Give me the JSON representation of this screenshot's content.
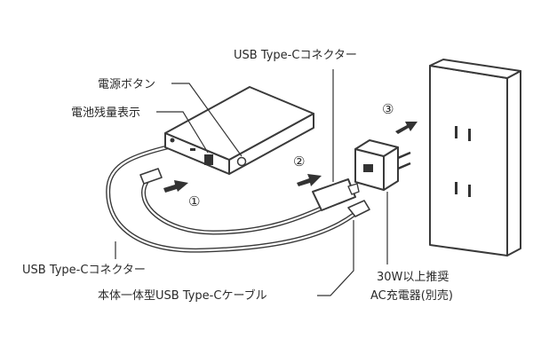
{
  "labels": {
    "power_button": "電源ボタン",
    "battery_indicator": "電池残量表示",
    "usb_c_connector_top": "USB Type-Cコネクター",
    "usb_c_connector_bottom": "USB Type-Cコネクター",
    "integrated_cable": "本体一体型USB Type-Cケーブル",
    "charger_line1": "30W以上推奨",
    "charger_line2": "AC充電器(別売)"
  },
  "steps": [
    "①",
    "②",
    "③"
  ]
}
